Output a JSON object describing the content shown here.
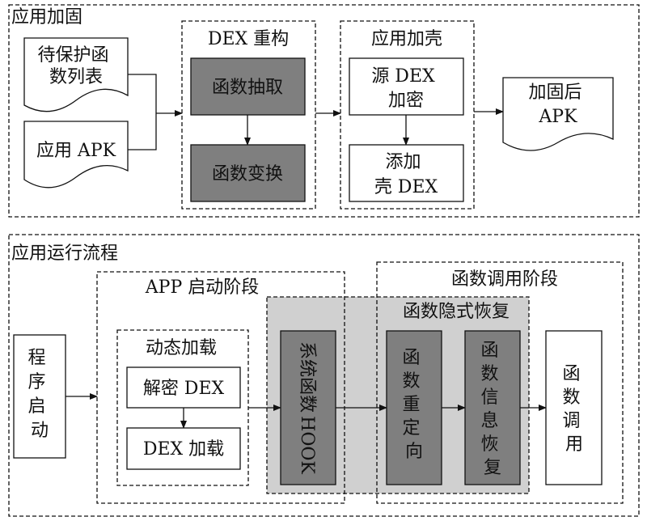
{
  "top_panel": {
    "title": "应用加固",
    "input_doc_1": [
      "待保护函",
      "数列表"
    ],
    "input_doc_2": "应用 APK",
    "dex_group": {
      "title": "DEX 重构",
      "step_1": "函数抽取",
      "step_2": "函数变换"
    },
    "shell_group": {
      "title": "应用加壳",
      "step_1": [
        "源 DEX",
        "加密"
      ],
      "step_2": [
        "添加",
        "壳 DEX"
      ]
    },
    "output_doc": [
      "加固后",
      "APK"
    ]
  },
  "bottom_panel": {
    "title": "应用运行流程",
    "program_start": [
      "程",
      "序",
      "启",
      "动"
    ],
    "app_start_group": {
      "title": "APP 启动阶段",
      "dynamic_load": {
        "title": "动态加载",
        "step_1": "解密 DEX",
        "step_2": "DEX 加载"
      }
    },
    "system_hook": [
      "系",
      "统",
      "函",
      "数",
      "HOOK"
    ],
    "call_group": {
      "title": "函数调用阶段",
      "recovery_group": {
        "title": "函数隐式恢复",
        "step_1": [
          "函",
          "数",
          "重",
          "定",
          "向"
        ],
        "step_2": [
          "函",
          "数",
          "信",
          "息",
          "恢",
          "复"
        ]
      },
      "call_box": [
        "函",
        "数",
        "调",
        "用"
      ]
    }
  },
  "colors": {
    "dark_box": "#7f7f7f",
    "shaded_region": "#d0d0d0",
    "stroke": "#111111"
  }
}
